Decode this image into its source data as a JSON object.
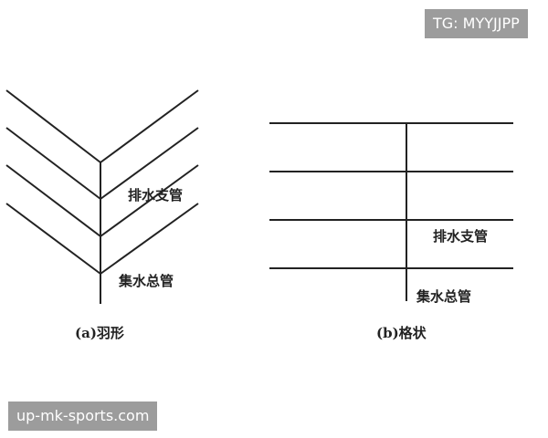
{
  "watermark_top": "TG: MYYJJPP",
  "watermark_bottom": "up-mk-sports.com",
  "left_diagram": {
    "branch_label": "排水支管",
    "main_label": "集水总管",
    "caption": "(a)羽形"
  },
  "right_diagram": {
    "branch_label": "排水支管",
    "main_label": "集水总管",
    "caption": "(b)格状"
  },
  "colors": {
    "line": "#222222",
    "watermark_bg": "#9c9c9c"
  }
}
